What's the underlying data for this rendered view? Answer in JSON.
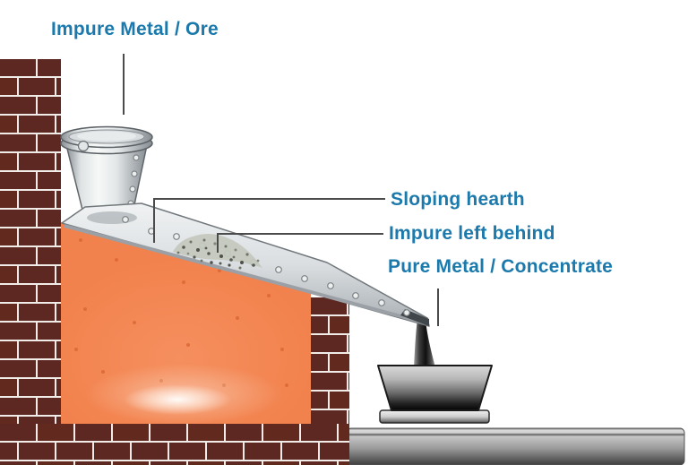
{
  "labels": {
    "feed": "Impure Metal / Ore",
    "hearth": "Sloping hearth",
    "residue": "Impure left behind",
    "product": "Pure Metal / Concentrate"
  },
  "colors": {
    "label_text": "#1c79ac",
    "brick": "#5d2722",
    "mortar": "#f1ece8",
    "fire_orange": "#f2824d",
    "metal_light": "#f6f8f8",
    "metal_dark": "#8f969b",
    "molten_stream": "#101010",
    "pot_dark": "#050505",
    "floor_gray": "#9a9a9a",
    "leader_line": "#4b4b4b"
  }
}
